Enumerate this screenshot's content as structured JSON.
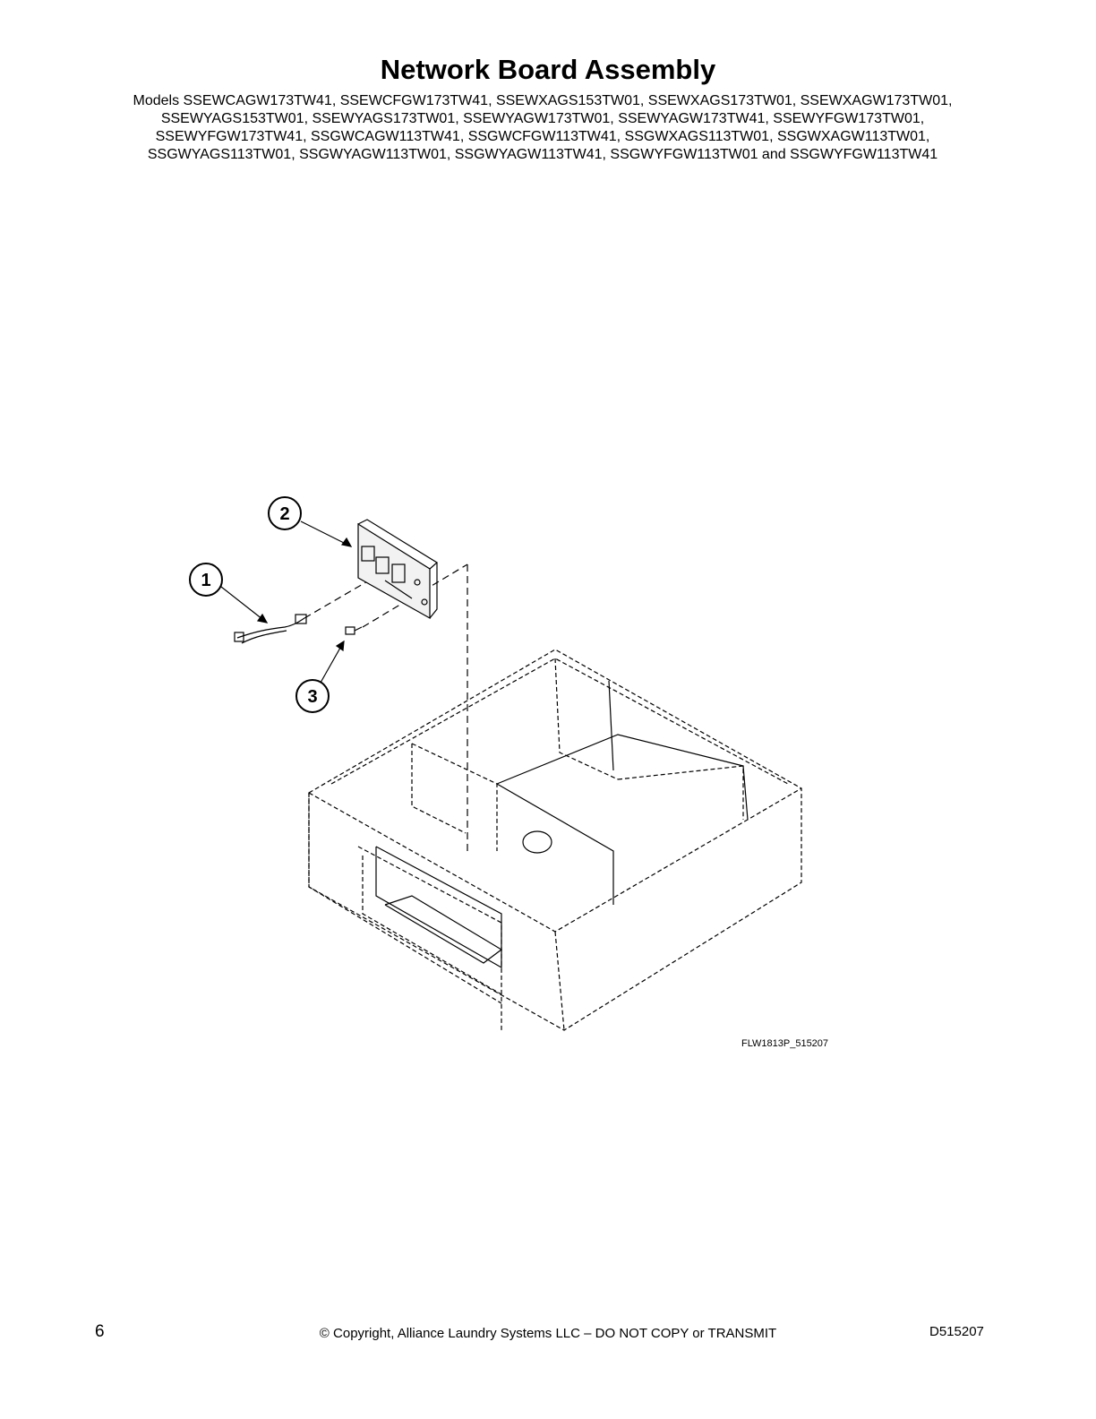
{
  "header": {
    "title": "Network Board Assembly",
    "models": "Models SSEWCAGW173TW41, SSEWCFGW173TW41, SSEWXAGS153TW01, SSEWXAGS173TW01, SSEWXAGW173TW01, SSEWYAGS153TW01, SSEWYAGS173TW01, SSEWYAGW173TW01, SSEWYAGW173TW41, SSEWYFGW173TW01, SSEWYFGW173TW41, SSGWCAGW113TW41, SSGWCFGW113TW41, SSGWXAGS113TW01, SSGWXAGW113TW01, SSGWYAGS113TW01, SSGWYAGW113TW01, SSGWYAGW113TW41, SSGWYFGW113TW01 and SSGWYFGW113TW41"
  },
  "figure": {
    "callouts": [
      "2",
      "1",
      "3"
    ],
    "figure_code": "FLW1813P_515207"
  },
  "footer": {
    "page_number": "6",
    "copyright": "© Copyright, Alliance Laundry Systems LLC – DO NOT COPY or TRANSMIT",
    "doc_id": "D515207"
  }
}
